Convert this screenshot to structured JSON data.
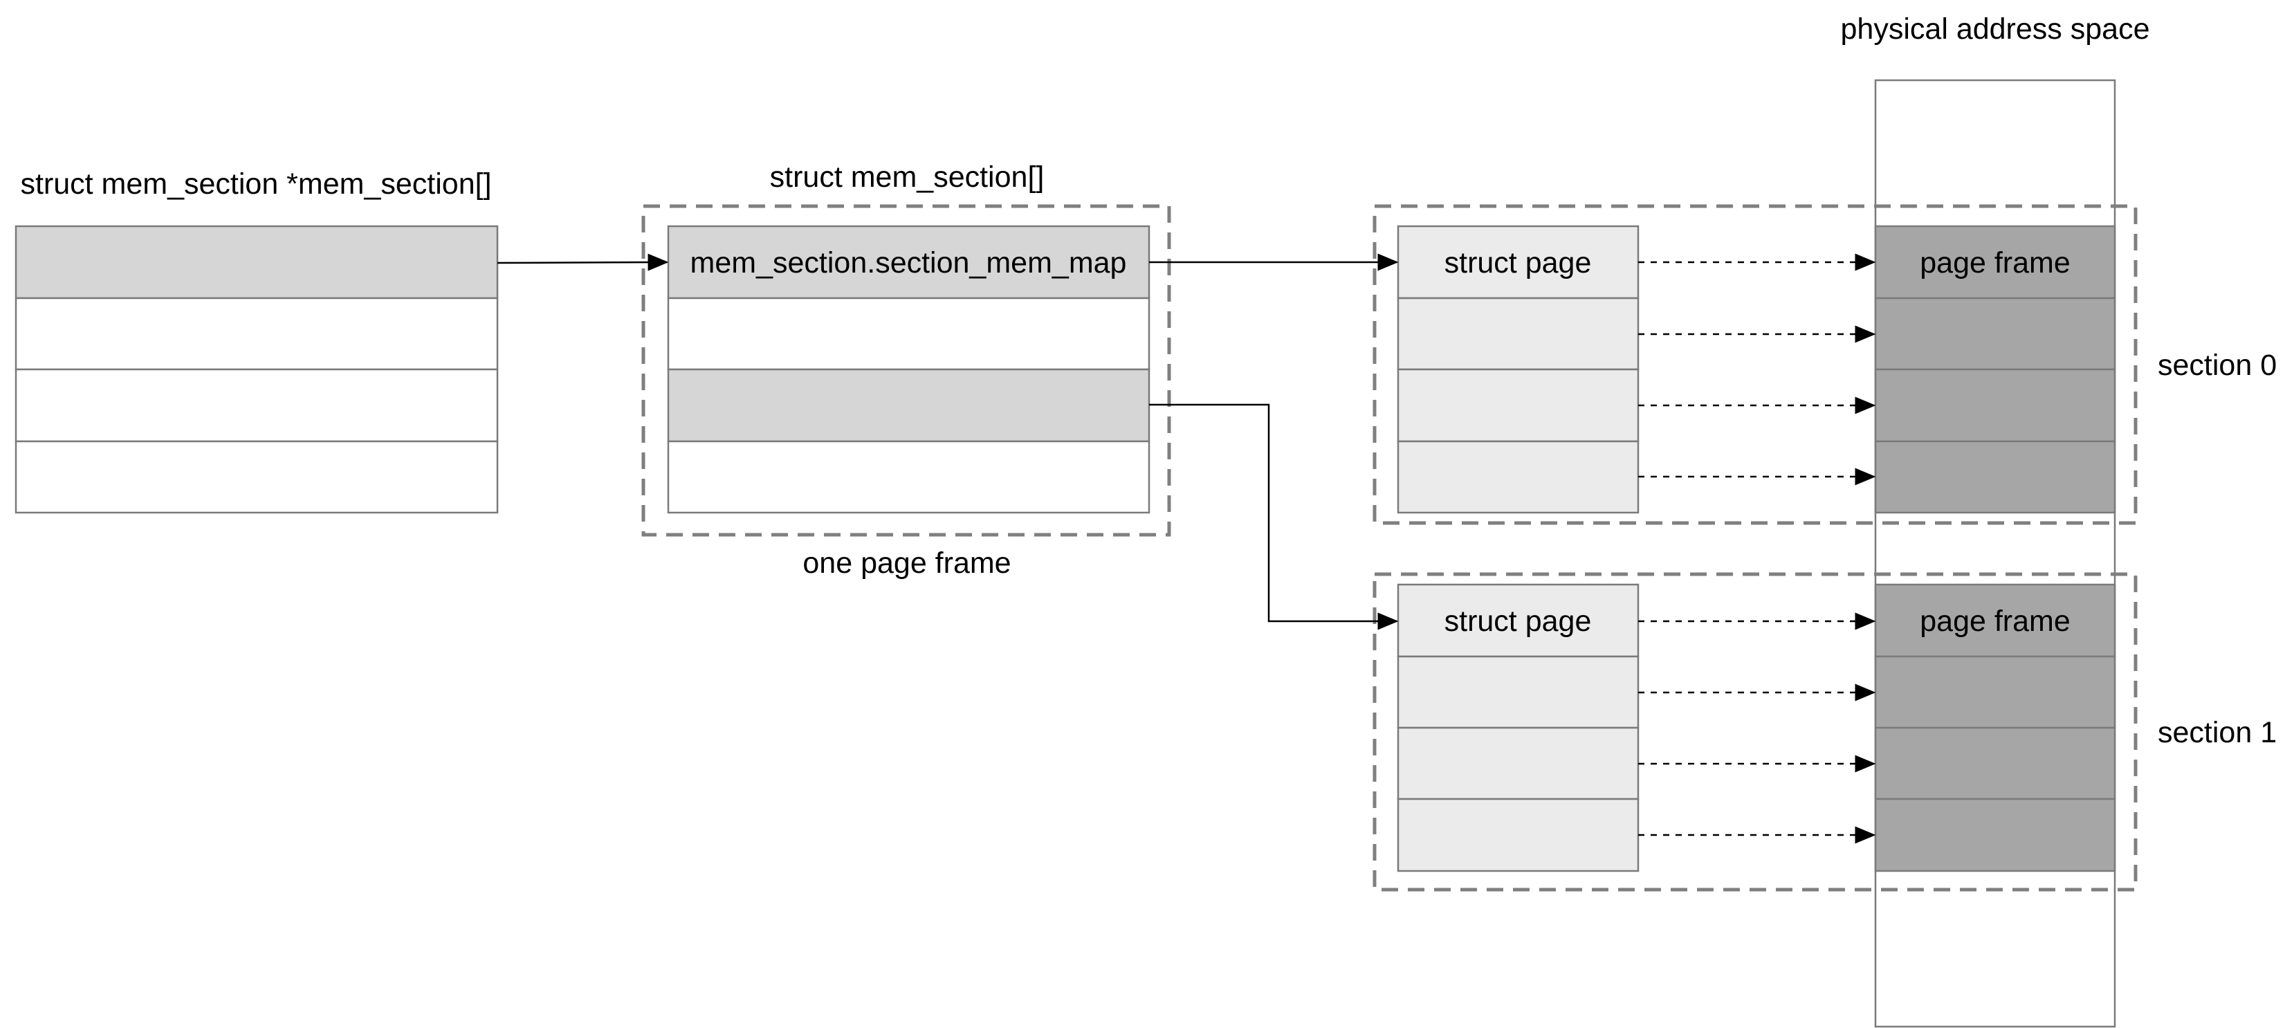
{
  "labels": {
    "pointer_array": "struct mem_section *mem_section[]",
    "section_array": "struct mem_section[]",
    "section_array_caption": "one page frame",
    "physical_space": "physical address space",
    "section0": "section 0",
    "section1": "section 1"
  },
  "section_array_rows": [
    "mem_section.section_mem_map",
    "",
    "",
    ""
  ],
  "struct_page_label": "struct page",
  "page_frame_label": "page frame",
  "colors": {
    "highlight_row": "#d6d6d6",
    "struct_page_fill": "#ebebeb",
    "page_frame_fill": "#a6a6a6",
    "dashed_group_border": "#7f7f7f",
    "cell_border": "#7a7a7a"
  }
}
